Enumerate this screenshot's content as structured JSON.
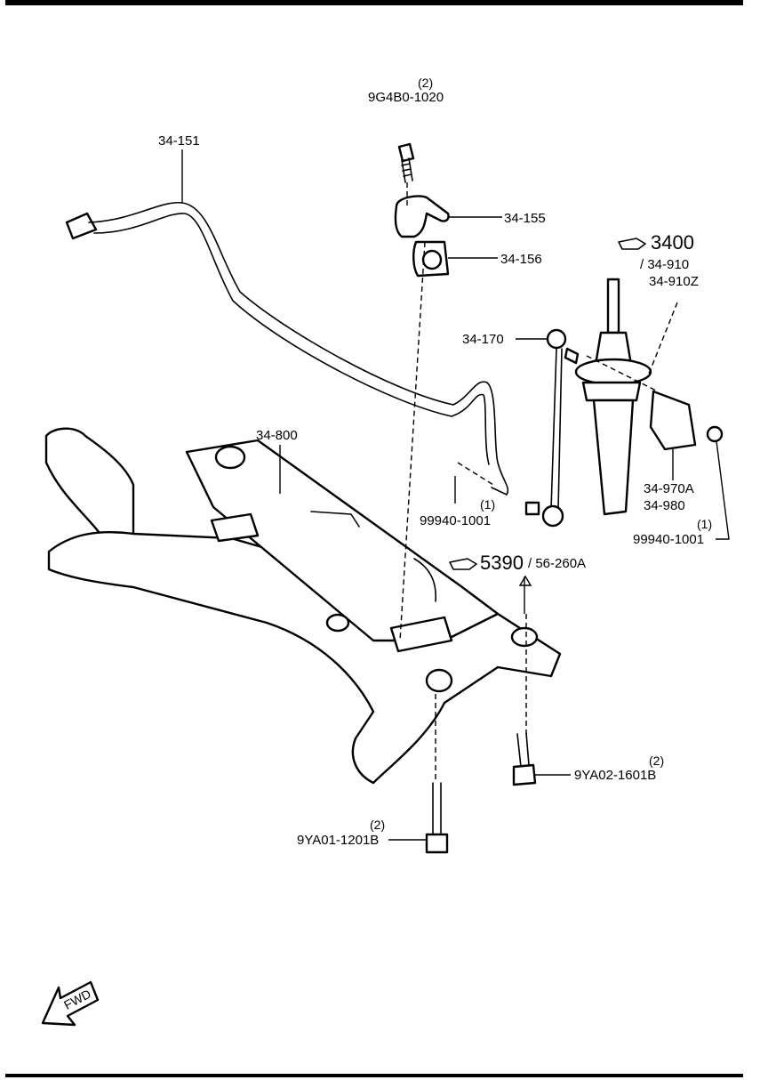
{
  "callouts": {
    "stabilizer_bar": "34-151",
    "bolt_top": {
      "qty": "(2)",
      "part": "9G4B0-1020"
    },
    "bracket": "34-155",
    "bushing": "34-156",
    "strut_section": {
      "section": "3400",
      "parts": [
        "/ 34-910",
        "34-910Z"
      ]
    },
    "link": "34-170",
    "crossmember": "34-800",
    "nut_left": {
      "part": "99940-1001",
      "qty": "(1)"
    },
    "mount": {
      "part1": "34-970A",
      "part2": "34-980"
    },
    "nut_right": {
      "qty": "(1)",
      "part": "99940-1001"
    },
    "engine_section": {
      "section": "5390",
      "part": "/ 56-260A"
    },
    "bolt_right": {
      "qty": "(2)",
      "part": "9YA02-1601B"
    },
    "bolt_bottom": {
      "qty": "(2)",
      "part": "9YA01-1201B"
    }
  },
  "fwd_label": "FWD",
  "icons": [
    "pointing-hand-icon",
    "forward-arrow-icon"
  ]
}
